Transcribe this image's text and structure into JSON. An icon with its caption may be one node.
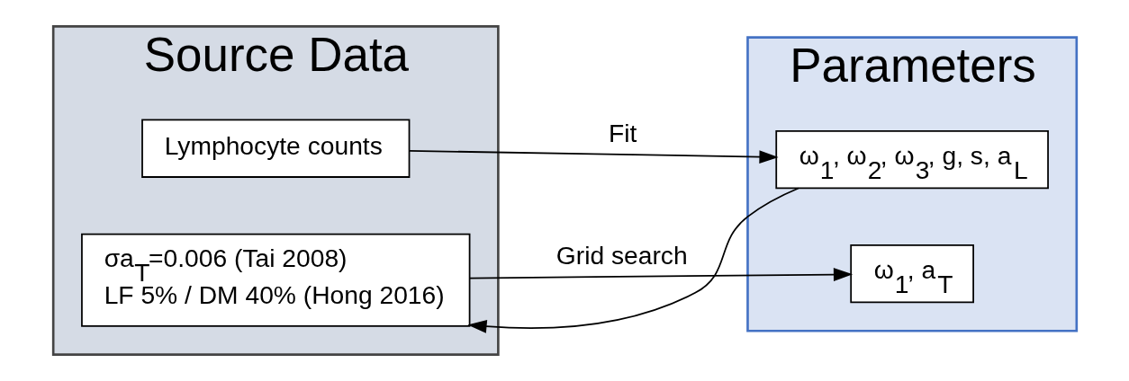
{
  "diagram": {
    "nodes": [
      {
        "text": [
          "Source Data"
        ]
      },
      {
        "text": [
          "Lymphocyte counts"
        ],
        "in": 0
      },
      {
        "text": [
          "σa$_{T}$=0.006 (Tai 2008)",
          "LF 5% / DM 40% (Hong 2016)"
        ],
        "in": 0
      },
      {
        "text": [
          "Parameters"
        ]
      },
      {
        "text": [
          "ω$_{1}$, ω$_{2}$, ω$_{3}$, g, s, a$_{L}$"
        ],
        "in": 3
      },
      {
        "text": [
          "ω$_{1}$, a$_{T}$"
        ],
        "in": 3
      }
    ],
    "edges": [
      {
        "from": 1,
        "to": 4,
        "arrow": "to",
        "label": "Fit"
      },
      {
        "from": 4,
        "to": 2,
        "arrow": "to"
      },
      {
        "from": 2,
        "to": 5,
        "arrow": "to",
        "label": "Grid search"
      }
    ]
  }
}
